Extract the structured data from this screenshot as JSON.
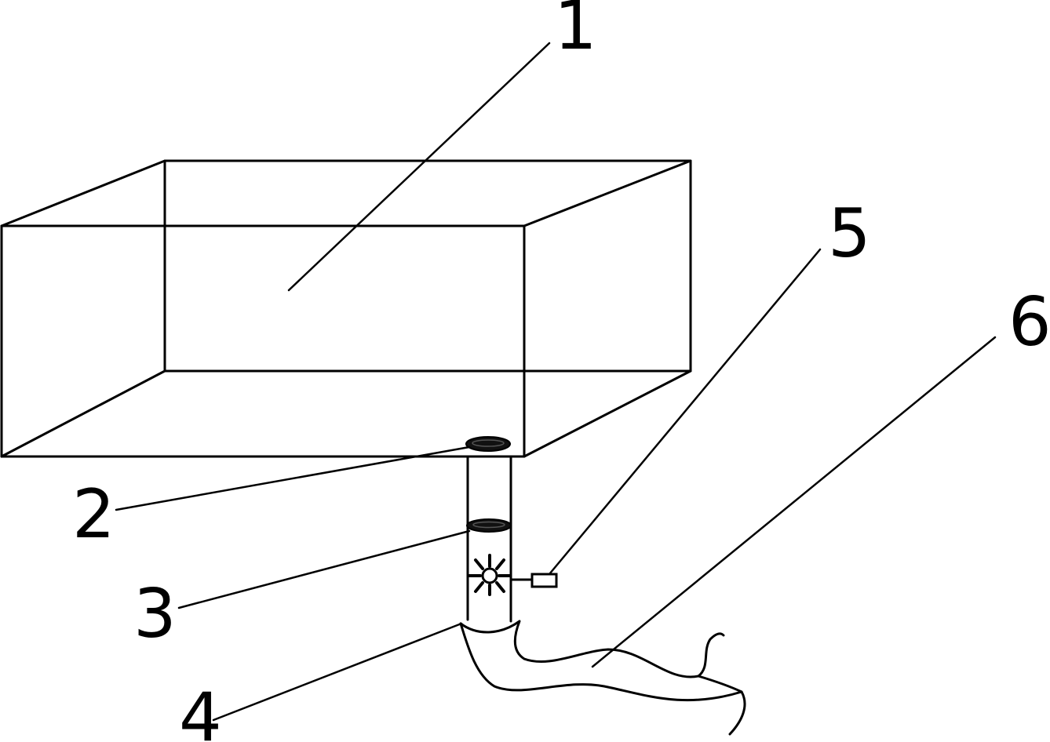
{
  "figure": {
    "labels": {
      "tank": "1",
      "outlet_gasket": "2",
      "pipe_gasket": "3",
      "pipe": "4",
      "sensor": "5",
      "hose": "6"
    }
  }
}
